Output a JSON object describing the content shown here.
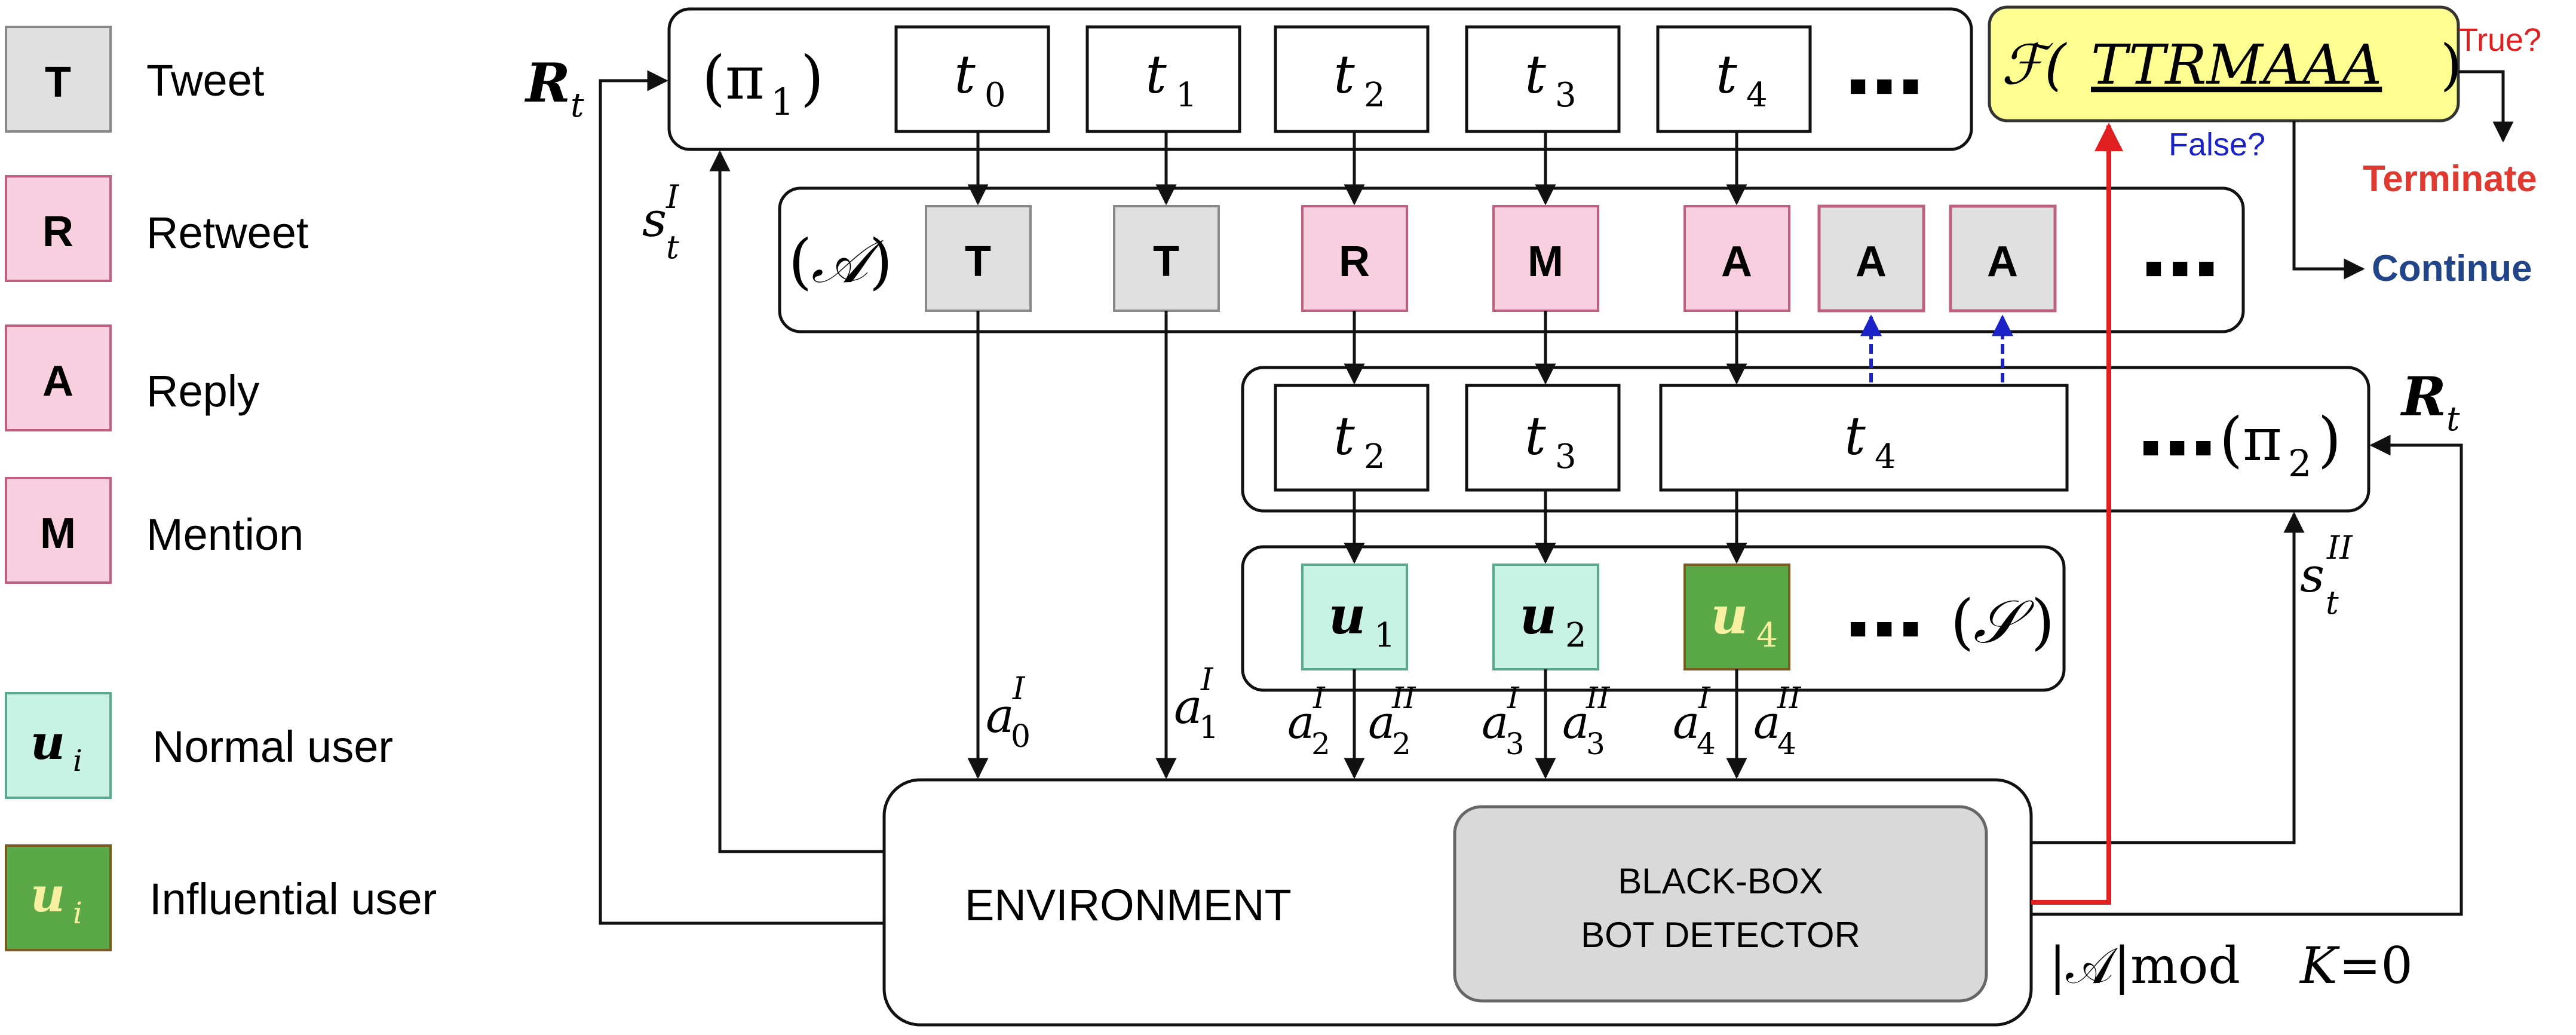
{
  "legend": {
    "items": [
      {
        "glyph": "T",
        "label": "Tweet",
        "fill": "#e0e0e0"
      },
      {
        "glyph": "R",
        "label": "Retweet",
        "fill": "#f8cfdf"
      },
      {
        "glyph": "A",
        "label": "Reply",
        "fill": "#f8cfdf"
      },
      {
        "glyph": "M",
        "label": "Mention",
        "fill": "#f8cfdf"
      },
      {
        "glyph": "u",
        "sub": "i",
        "label": "Normal user",
        "fill": "#c8f3e4"
      },
      {
        "glyph": "u",
        "sub": "i",
        "label": "Influential user",
        "fill": "#5aa848"
      }
    ]
  },
  "pi1": {
    "label_open": "(π",
    "label_sub": "1",
    "label_close": ")",
    "timesteps": [
      {
        "t": "t",
        "sub": "0"
      },
      {
        "t": "t",
        "sub": "1"
      },
      {
        "t": "t",
        "sub": "2"
      },
      {
        "t": "t",
        "sub": "3"
      },
      {
        "t": "t",
        "sub": "4"
      }
    ],
    "ellipsis": "■ ■ ■"
  },
  "actions": {
    "label_open": "(",
    "label": "𝒜",
    "label_close": ")",
    "items": [
      "T",
      "T",
      "R",
      "M",
      "A",
      "A",
      "A"
    ],
    "ellipsis": "■ ■ ■"
  },
  "pi2": {
    "timesteps": [
      {
        "t": "t",
        "sub": "2"
      },
      {
        "t": "t",
        "sub": "3"
      },
      {
        "t": "t",
        "sub": "4"
      }
    ],
    "ellipsis": "■ ■ ■",
    "label_open": "(π",
    "label_sub": "2",
    "label_close": ")"
  },
  "users": {
    "items": [
      {
        "u": "u",
        "sub": "1"
      },
      {
        "u": "u",
        "sub": "2"
      },
      {
        "u": "u",
        "sub": "4"
      }
    ],
    "ellipsis": "■ ■ ■",
    "label_open": "(",
    "label": "𝒮",
    "label_close": ")"
  },
  "edges": {
    "a0": {
      "a": "a",
      "sub": "0",
      "sup": "I"
    },
    "a1": {
      "a": "a",
      "sub": "1",
      "sup": "I"
    },
    "a2I": {
      "a": "a",
      "sub": "2",
      "sup": "I"
    },
    "a2II": {
      "a": "a",
      "sub": "2",
      "sup": "II"
    },
    "a3I": {
      "a": "a",
      "sub": "3",
      "sup": "I"
    },
    "a3II": {
      "a": "a",
      "sub": "3",
      "sup": "II"
    },
    "a4I": {
      "a": "a",
      "sub": "4",
      "sup": "I"
    },
    "a4II": {
      "a": "a",
      "sub": "4",
      "sup": "II"
    },
    "sI": {
      "s": "s",
      "sub": "t",
      "sup": "I"
    },
    "sII": {
      "s": "s",
      "sub": "t",
      "sup": "II"
    },
    "R_left": {
      "r": "R",
      "sub": "t"
    },
    "R_right": {
      "r": "R",
      "sub": "t"
    }
  },
  "environment": {
    "label": "ENVIRONMENT",
    "detector_line1": "BLACK-BOX",
    "detector_line2": "BOT DETECTOR",
    "condition": "|𝒜|mod",
    "condition_k": "K",
    "condition_eq": "=0"
  },
  "termination": {
    "func": "ℱ(",
    "arg": "TTRMAAA",
    "close": ")",
    "true_label": "True?",
    "false_label": "False?",
    "terminate": "Terminate",
    "continue": "Continue"
  }
}
